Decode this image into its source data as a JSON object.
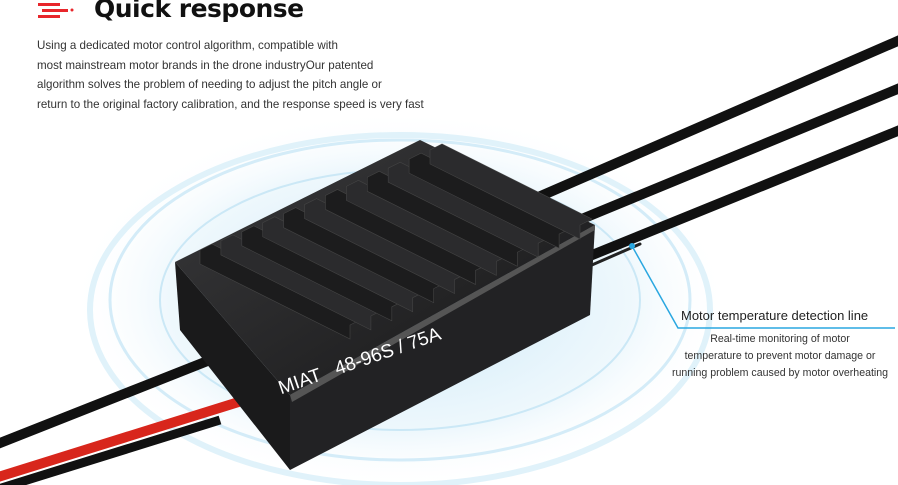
{
  "header": {
    "icon": "speed-lines-icon",
    "title": "Quick response",
    "accent": "#e8262b"
  },
  "description": [
    "Using a dedicated motor control algorithm, compatible with",
    "most mainstream motor brands in the drone industryOur patented",
    "algorithm solves the problem of needing to adjust the pitch angle or",
    "return to the original factory calibration, and the response speed is very fast"
  ],
  "callout": {
    "title": "Motor temperature detection line",
    "lines": [
      "Real-time monitoring of motor",
      "temperature to prevent motor damage or",
      "running problem caused by motor overheating"
    ],
    "color": "#2aa7e0"
  },
  "product": {
    "brand": "MIAT",
    "model": "48-96S / 75A"
  }
}
